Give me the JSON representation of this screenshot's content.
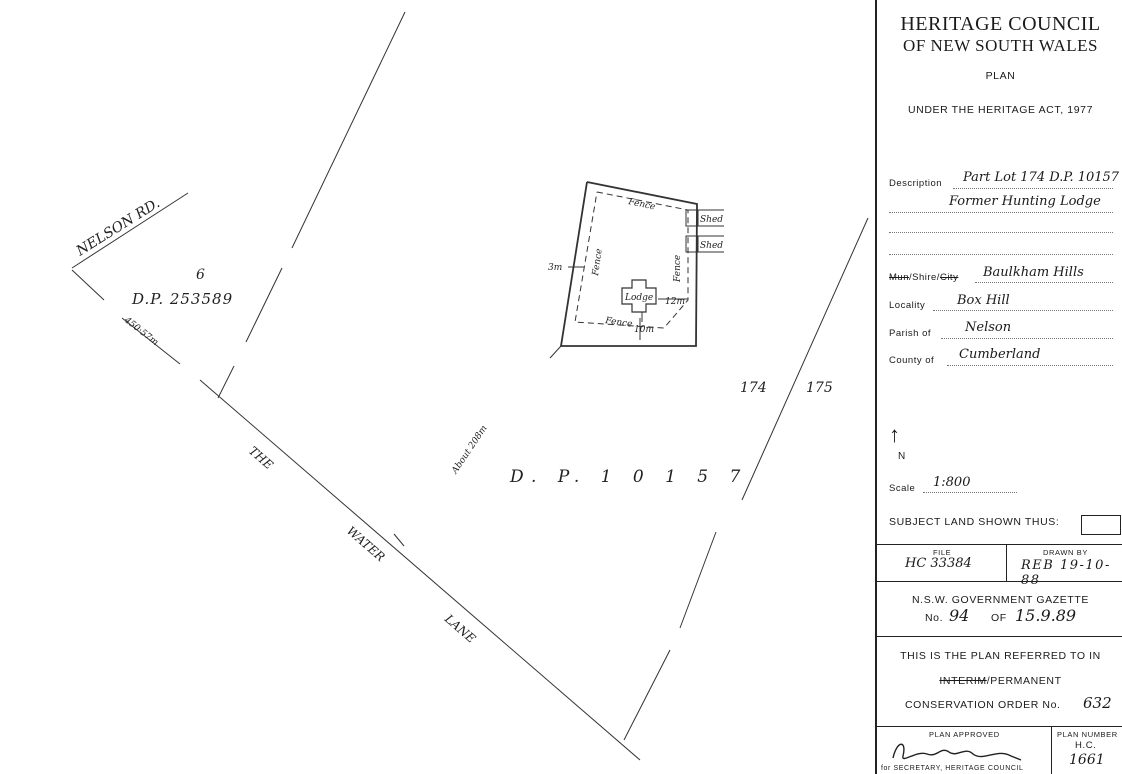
{
  "plan": {
    "road_nelson": "NELSON RD.",
    "lot_number": "6",
    "lot_dp": "D.P. 253589",
    "dimension_left": "450·57m",
    "road_the": "THE",
    "road_water": "WATER",
    "road_lane": "LANE",
    "about_dim": "About 208m",
    "dp_main": "D. P. 1 0 1 5 7",
    "lot_174": "174",
    "lot_175": "175",
    "fence_top": "Fence",
    "fence_left": "Fence",
    "fence_right": "Fence",
    "fence_bottom": "Fence",
    "dim_bottom": "10m",
    "dim_right": "12m",
    "dim_left": "3m",
    "lodge": "Lodge",
    "shed_1": "Shed",
    "shed_2": "Shed"
  },
  "panel": {
    "title_line1": "HERITAGE COUNCIL",
    "title_line2": "OF NEW SOUTH WALES",
    "plan_label": "PLAN",
    "under_act": "UNDER THE HERITAGE ACT, 1977",
    "description_label": "Description",
    "description_value_1": "Part Lot 174 D.P. 10157",
    "description_value_2": "Former Hunting Lodge",
    "muni_struck_1": "Mun",
    "muni_shire": "/Shire/",
    "muni_struck_2": "City",
    "muni_value": "Baulkham Hills",
    "locality_label": "Locality",
    "locality_value": "Box Hill",
    "parish_label": "Parish of",
    "parish_value": "Nelson",
    "county_label": "County of",
    "county_value": "Cumberland",
    "north_arrow": "↑",
    "north_label": "N",
    "scale_label": "Scale",
    "scale_value": "1:800",
    "subject_land": "SUBJECT LAND SHOWN THUS:",
    "file_label": "FILE",
    "file_value": "HC 33384",
    "drawn_by_label": "DRAWN BY",
    "drawn_by_value": "REB 19-10-88",
    "gazette_label": "N.S.W. GOVERNMENT GAZETTE",
    "gazette_no_label": "No.",
    "gazette_no_value": "94",
    "gazette_of_label": "OF",
    "gazette_date_value": "15.9.89",
    "referred_line1": "THIS IS THE PLAN REFERRED TO IN",
    "referred_struck": "INTERIM",
    "referred_permanent": "/PERMANENT",
    "conservation_label": "CONSERVATION ORDER No.",
    "conservation_value": "632",
    "plan_approved_label": "PLAN APPROVED",
    "secretary_label": "for SECRETARY, HERITAGE COUNCIL",
    "plan_number_label": "PLAN NUMBER",
    "plan_number_prefix": "H.C.",
    "plan_number_value": "1661"
  }
}
